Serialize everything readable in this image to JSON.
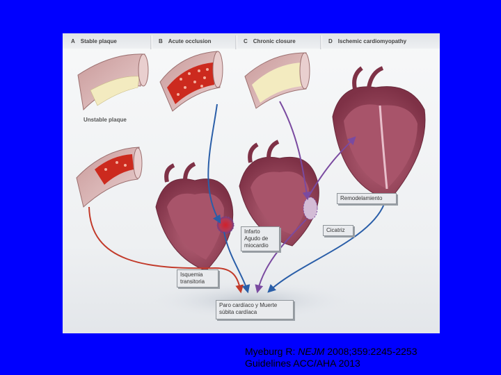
{
  "panels": [
    {
      "letter": "A",
      "title": "Stable plaque"
    },
    {
      "letter": "B",
      "title": "Acute occlusion"
    },
    {
      "letter": "C",
      "title": "Chronic closure"
    },
    {
      "letter": "D",
      "title": "Ischemic cardiomyopathy"
    }
  ],
  "unstable_plaque": "Unstable plaque",
  "labels": {
    "remodelamiento": "Remodelamiento",
    "infarto": "Infarto Agudo de miocardio",
    "cicatriz": "Cicatriz",
    "isquemia": "Isquemia transitoria",
    "paro": "Paro cardíaco y Muerte súbita cardíaca"
  },
  "citation": {
    "author": "Myeburg R: ",
    "journal": "NEJM",
    "ref": " 2008;359:2245-2253",
    "guidelines": "Guidelines ACC/AHA 2013"
  },
  "colors": {
    "background": "#0000ff",
    "artery_wall": "#d7b3b3",
    "plaque": "#f3ebc0",
    "thrombus": "#cc2a1e",
    "myocardium": "#9c4a5e",
    "arrow_red": "#c23a2a",
    "arrow_blue": "#2a5ea8",
    "arrow_purple": "#7a4aa0"
  }
}
